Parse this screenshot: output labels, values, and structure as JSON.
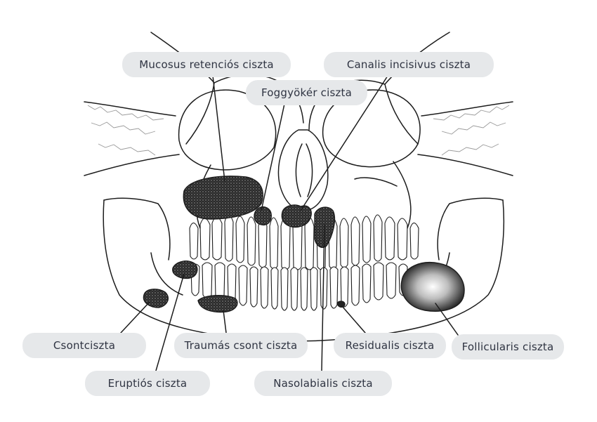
{
  "labels": {
    "mucosus": "Mucosus retenciós ciszta",
    "canalis": "Canalis incisivus ciszta",
    "foggyoker": "Foggyökér ciszta",
    "csont": "Csontciszta",
    "traumas": "Traumás csont ciszta",
    "residualis": "Residualis ciszta",
    "follicularis": "Follicularis ciszta",
    "eruptios": "Eruptiós ciszta",
    "nasolabialis": "Nasolabialis ciszta"
  },
  "colors": {
    "line": "#1c1c1c",
    "cyst": "#222222",
    "pill_bg": "#e6e8ea",
    "pill_text": "#2f3442"
  }
}
